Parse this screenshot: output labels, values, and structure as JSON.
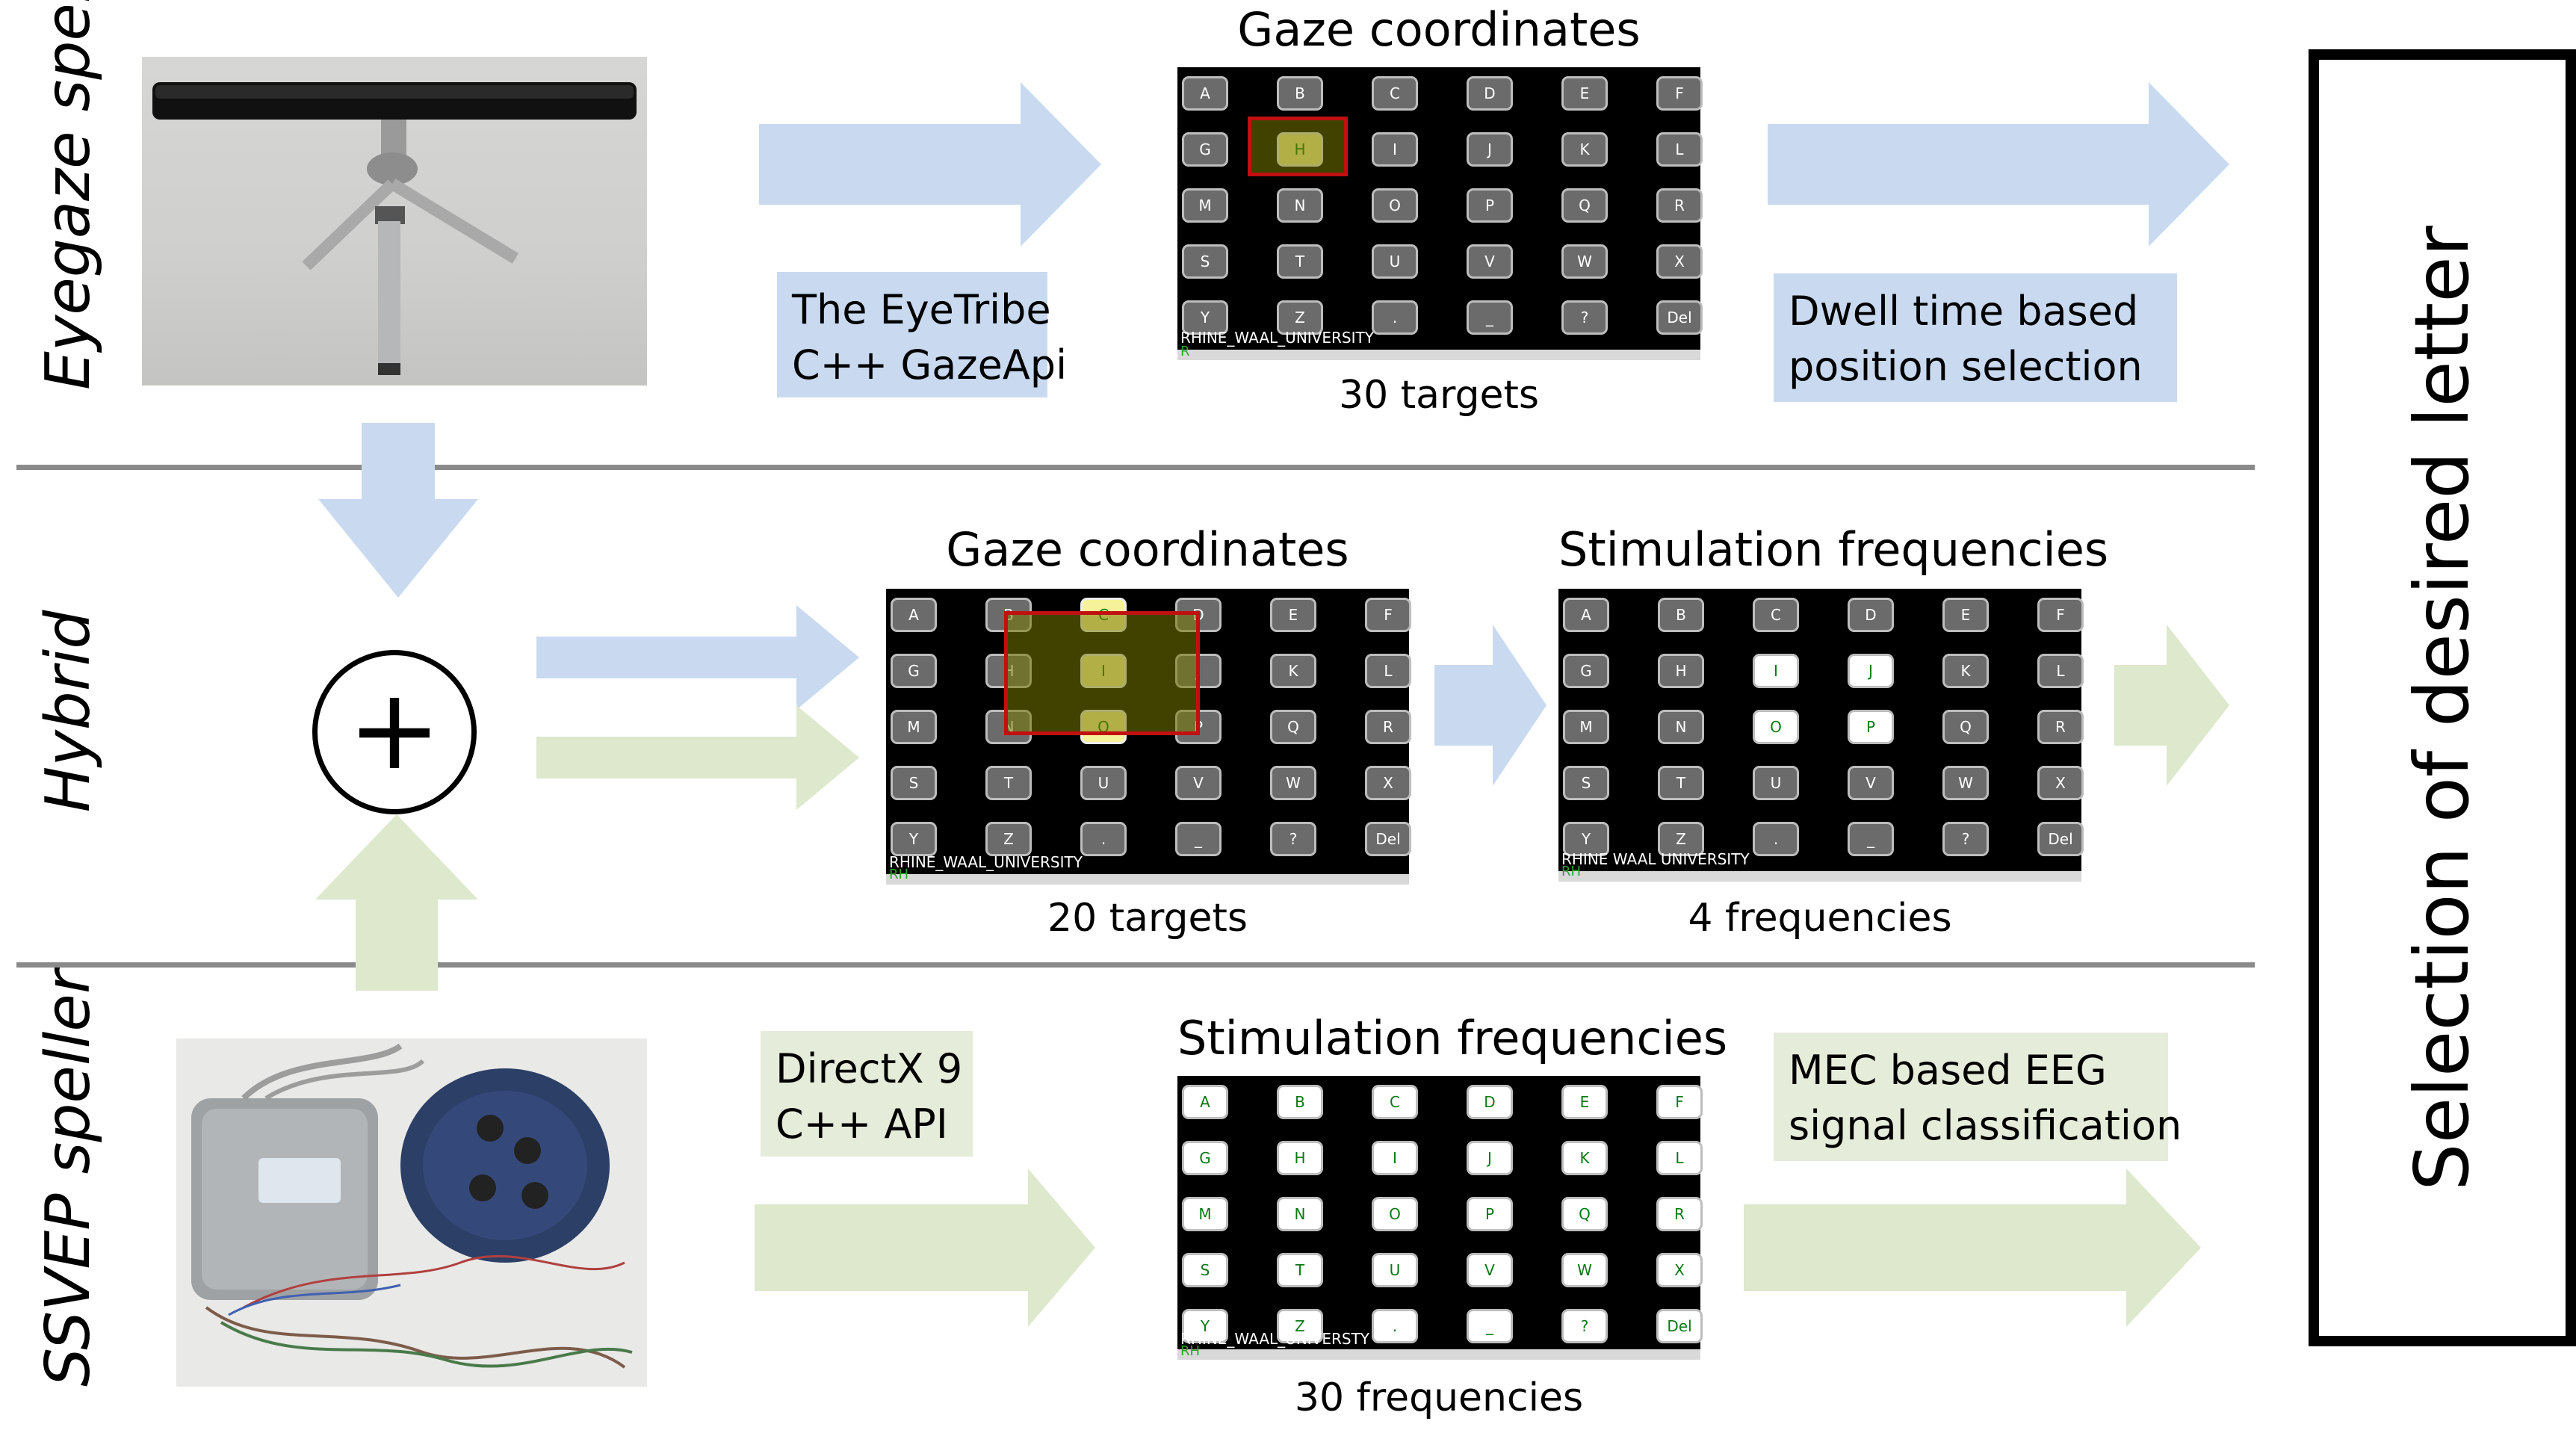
{
  "rows": {
    "eyegaze": "Eyegaze speller",
    "hybrid": "Hybrid",
    "ssvep": "SSVEP speller"
  },
  "eyegaze": {
    "screen_title": "Gaze coordinates",
    "screen_caption": "30 targets",
    "api_label_line1": "The EyeTribe",
    "api_label_line2": "C++ GazeApi",
    "method_line1": "Dwell time based",
    "method_line2": "position selection"
  },
  "hybrid": {
    "gaze_title": "Gaze coordinates",
    "gaze_caption": "20 targets",
    "stim_title": "Stimulation frequencies",
    "stim_caption": "4 frequencies",
    "plus_symbol": "+"
  },
  "ssvep": {
    "screen_title": "Stimulation frequencies",
    "screen_caption": "30 frequencies",
    "api_label_line1": "DirectX 9",
    "api_label_line2": "C++ API",
    "method_line1": "MEC based EEG",
    "method_line2": "signal classification"
  },
  "final_label": "Selection of desired letter",
  "keyboard": {
    "rows": [
      [
        "A",
        "B",
        "C",
        "D",
        "E",
        "F"
      ],
      [
        "G",
        "H",
        "I",
        "J",
        "K",
        "L"
      ],
      [
        "M",
        "N",
        "O",
        "P",
        "Q",
        "R"
      ],
      [
        "S",
        "T",
        "U",
        "V",
        "W",
        "X"
      ],
      [
        "Y",
        "Z",
        ".",
        "_",
        "?",
        "Del"
      ]
    ],
    "footer_eyegaze": "RHINE_WAAL_UNIVERSITY",
    "footer_hybrid_gaze": "RHINE_WAAL_UNIVERSITY",
    "footer_hybrid_stim": "RHINE WAAL UNIVERSITY",
    "footer_ssvep": "RHINE_WAAL_UNIVERSTY",
    "footer_mark_eyegaze": "R",
    "footer_mark_other": "RH"
  },
  "colors": {
    "blue_arrow": "#c9daf0",
    "green_arrow": "#dde8cc",
    "divider": "#8a8a8a",
    "selection_border": "#c01010"
  }
}
